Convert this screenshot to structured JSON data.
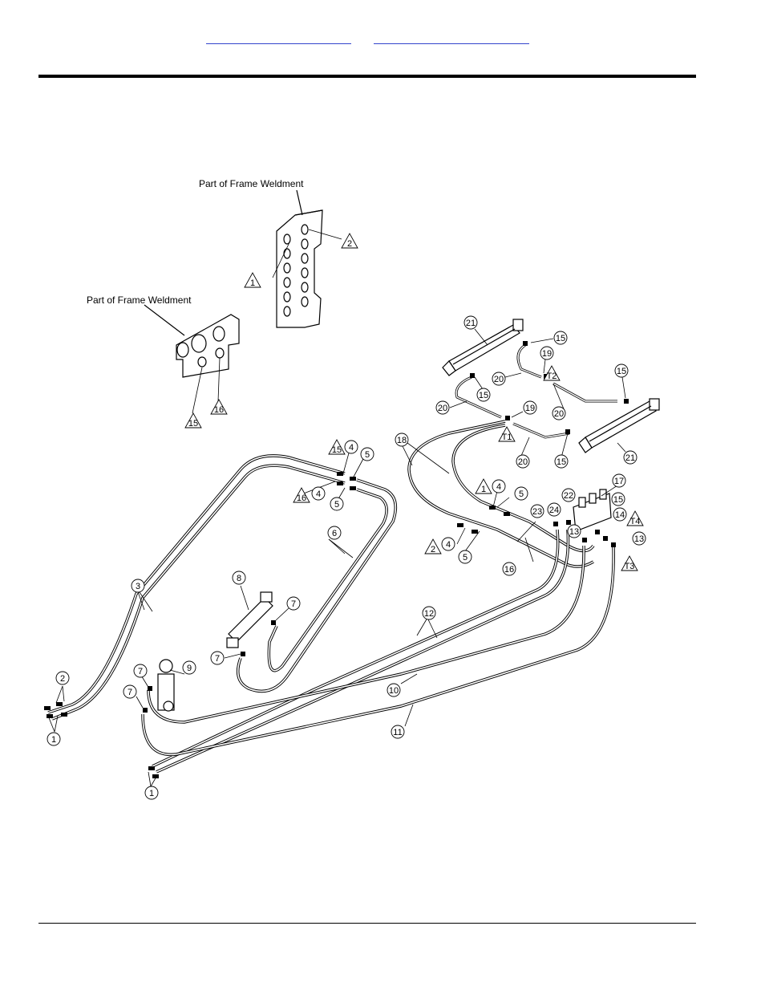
{
  "header": {
    "link_left": "",
    "link_right": ""
  },
  "labels": {
    "frame_top": "Part of Frame Weldment",
    "frame_left": "Part of Frame Weldment"
  },
  "callouts": [
    {
      "n": "21",
      "shape": "circle"
    },
    {
      "n": "15",
      "shape": "circle"
    },
    {
      "n": "19",
      "shape": "circle"
    },
    {
      "n": "20",
      "shape": "circle"
    },
    {
      "n": "T2",
      "shape": "triangle"
    },
    {
      "n": "15",
      "shape": "circle"
    },
    {
      "n": "15",
      "shape": "circle"
    },
    {
      "n": "20",
      "shape": "circle"
    },
    {
      "n": "20",
      "shape": "circle"
    },
    {
      "n": "19",
      "shape": "circle"
    },
    {
      "n": "T1",
      "shape": "triangle"
    },
    {
      "n": "18",
      "shape": "circle"
    },
    {
      "n": "20",
      "shape": "circle"
    },
    {
      "n": "15",
      "shape": "circle"
    },
    {
      "n": "21",
      "shape": "circle"
    },
    {
      "n": "15",
      "shape": "triangle"
    },
    {
      "n": "4",
      "shape": "circle"
    },
    {
      "n": "5",
      "shape": "circle"
    },
    {
      "n": "16",
      "shape": "triangle"
    },
    {
      "n": "4",
      "shape": "circle"
    },
    {
      "n": "5",
      "shape": "circle"
    },
    {
      "n": "1",
      "shape": "triangle"
    },
    {
      "n": "4",
      "shape": "circle"
    },
    {
      "n": "5",
      "shape": "circle"
    },
    {
      "n": "17",
      "shape": "circle"
    },
    {
      "n": "22",
      "shape": "circle"
    },
    {
      "n": "15",
      "shape": "circle"
    },
    {
      "n": "23",
      "shape": "circle"
    },
    {
      "n": "24",
      "shape": "circle"
    },
    {
      "n": "T4",
      "shape": "triangle"
    },
    {
      "n": "13",
      "shape": "circle"
    },
    {
      "n": "14",
      "shape": "circle"
    },
    {
      "n": "13",
      "shape": "circle"
    },
    {
      "n": "T3",
      "shape": "triangle"
    },
    {
      "n": "2",
      "shape": "triangle"
    },
    {
      "n": "4",
      "shape": "circle"
    },
    {
      "n": "5",
      "shape": "circle"
    },
    {
      "n": "16",
      "shape": "circle"
    },
    {
      "n": "6",
      "shape": "circle"
    },
    {
      "n": "3",
      "shape": "circle"
    },
    {
      "n": "8",
      "shape": "circle"
    },
    {
      "n": "7",
      "shape": "circle"
    },
    {
      "n": "7",
      "shape": "circle"
    },
    {
      "n": "12",
      "shape": "circle"
    },
    {
      "n": "9",
      "shape": "circle"
    },
    {
      "n": "7",
      "shape": "circle"
    },
    {
      "n": "7",
      "shape": "circle"
    },
    {
      "n": "10",
      "shape": "circle"
    },
    {
      "n": "11",
      "shape": "circle"
    },
    {
      "n": "2",
      "shape": "circle"
    },
    {
      "n": "1",
      "shape": "circle"
    },
    {
      "n": "1",
      "shape": "circle"
    },
    {
      "n": "1",
      "shape": "triangle"
    },
    {
      "n": "2",
      "shape": "triangle"
    },
    {
      "n": "15",
      "shape": "triangle"
    },
    {
      "n": "16",
      "shape": "triangle"
    }
  ]
}
